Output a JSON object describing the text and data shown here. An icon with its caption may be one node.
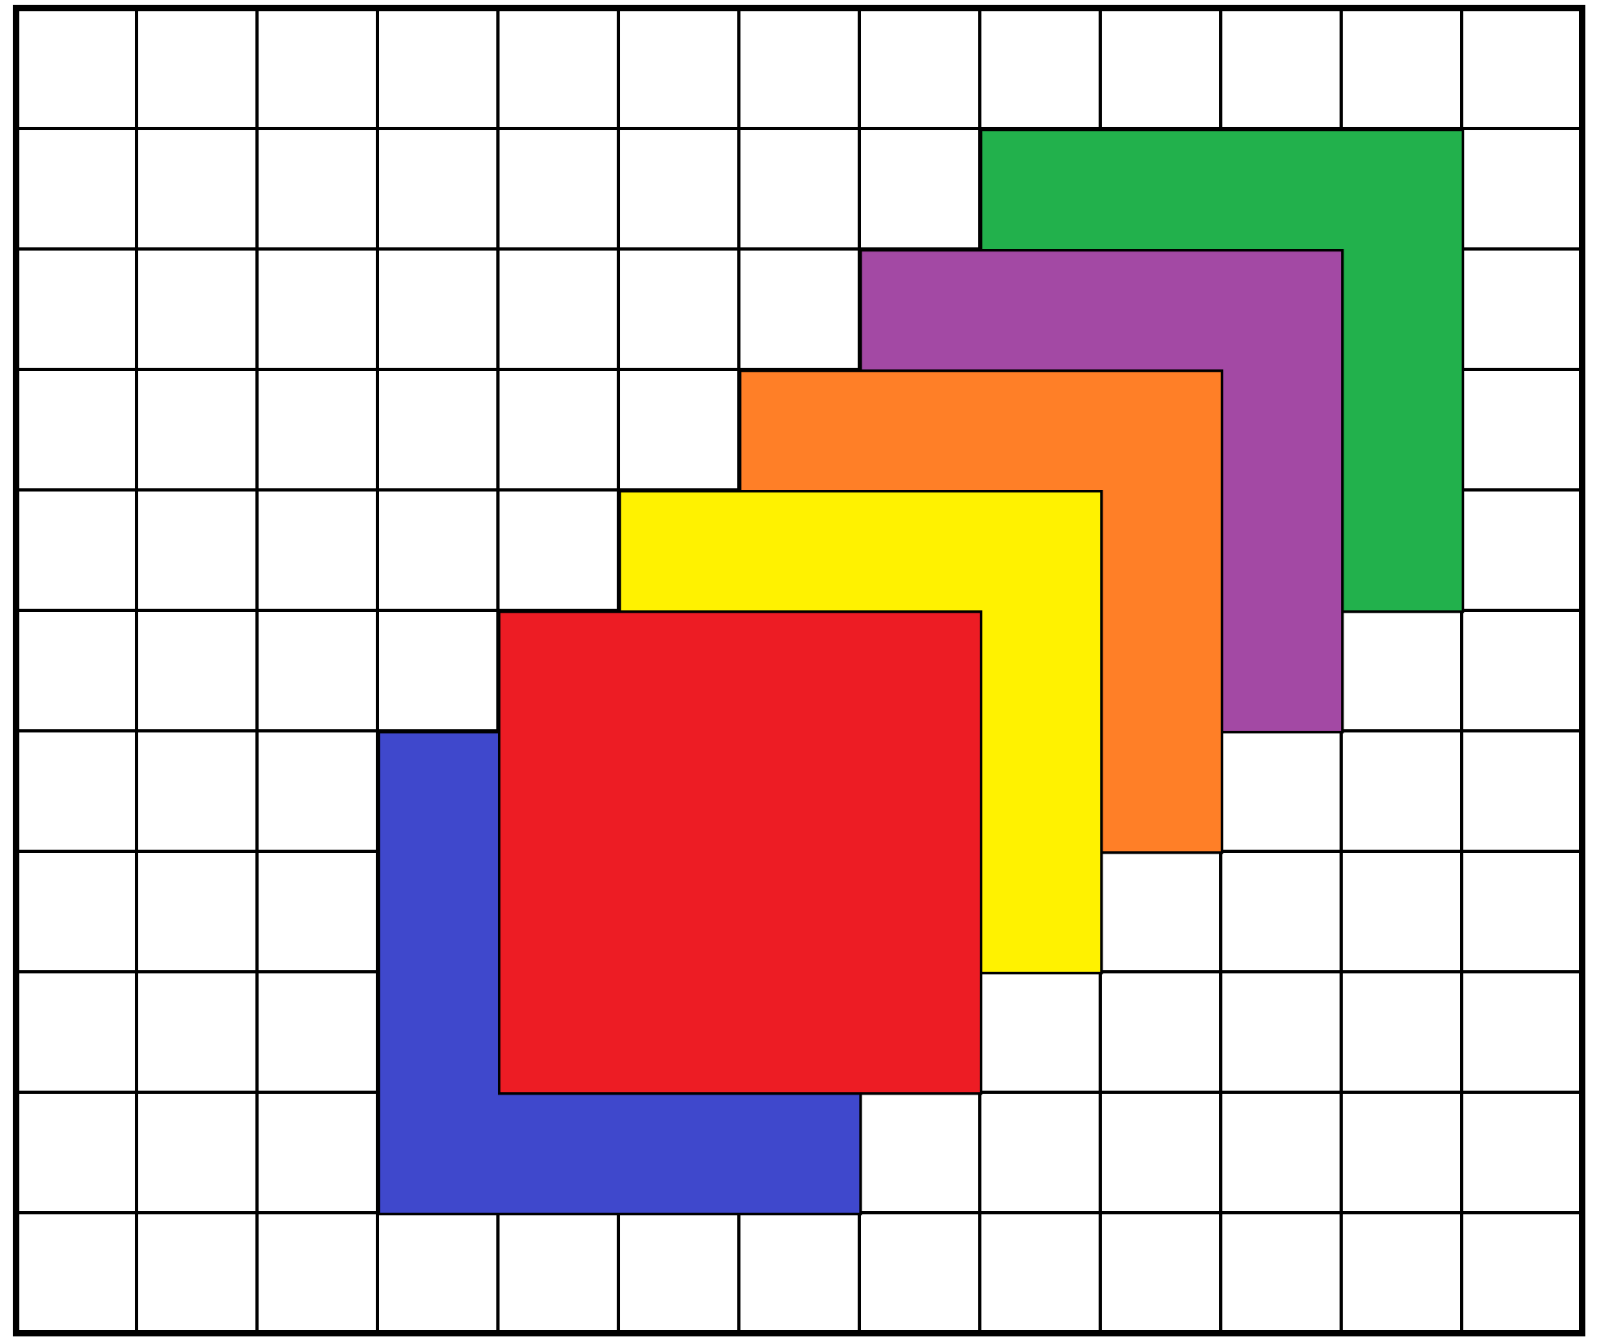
{
  "diagram": {
    "nodes": [
      {
        "text": [],
        "shape": "box"
      },
      {
        "text": [],
        "shape": "box"
      },
      {
        "text": [],
        "shape": "box"
      },
      {
        "text": [],
        "shape": "box"
      },
      {
        "text": [],
        "shape": "box"
      },
      {
        "text": [],
        "shape": "box"
      }
    ]
  }
}
